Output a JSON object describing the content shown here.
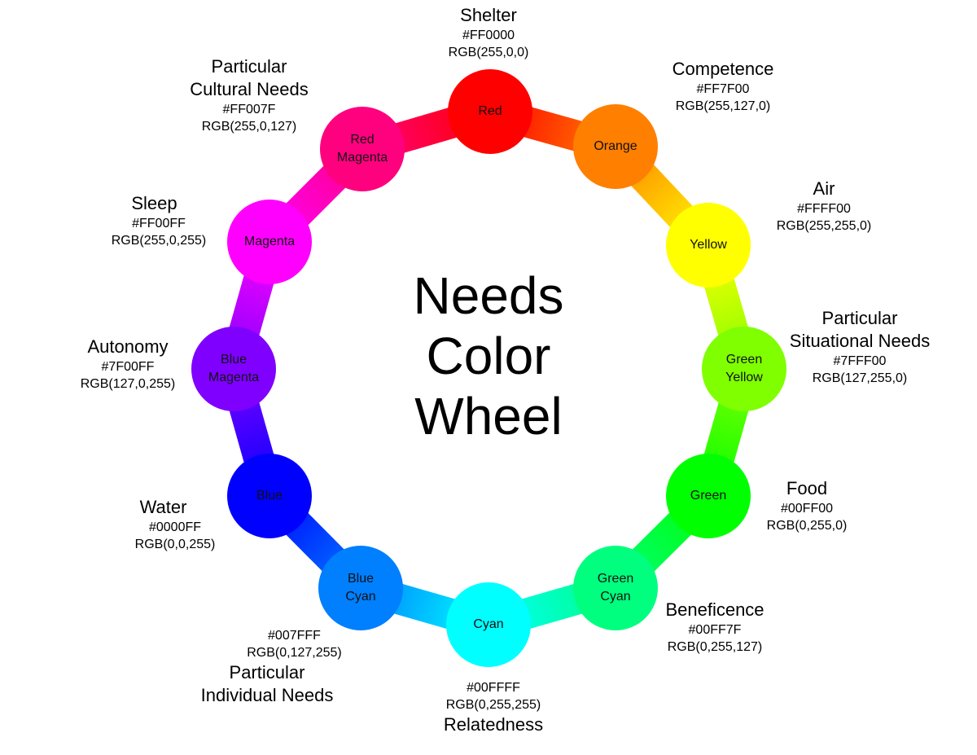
{
  "title": "Needs\nColor\nWheel",
  "nodes": [
    {
      "id": "red",
      "label": "Red",
      "color": "#FF0000",
      "need": "Shelter",
      "hex": "#FF0000",
      "rgb": "RGB(255,0,0)"
    },
    {
      "id": "orange",
      "label": "Orange",
      "color": "#FF7F00",
      "need": "Competence",
      "hex": "#FF7F00",
      "rgb": "RGB(255,127,0)"
    },
    {
      "id": "yellow",
      "label": "Yellow",
      "color": "#FFFF00",
      "need": "Air",
      "hex": "#FFFF00",
      "rgb": "RGB(255,255,0)"
    },
    {
      "id": "green-yellow",
      "label": "Green\nYellow",
      "color": "#7FFF00",
      "need": "Particular\nSituational Needs",
      "hex": "#7FFF00",
      "rgb": "RGB(127,255,0)"
    },
    {
      "id": "green",
      "label": "Green",
      "color": "#00FF00",
      "need": "Food",
      "hex": "#00FF00",
      "rgb": "RGB(0,255,0)"
    },
    {
      "id": "green-cyan",
      "label": "Green\nCyan",
      "color": "#00FF7F",
      "need": "Beneficence",
      "hex": "#00FF7F",
      "rgb": "RGB(0,255,127)"
    },
    {
      "id": "cyan",
      "label": "Cyan",
      "color": "#00FFFF",
      "need": "Relatedness",
      "hex": "#00FFFF",
      "rgb": "RGB(0,255,255)"
    },
    {
      "id": "blue-cyan",
      "label": "Blue\nCyan",
      "color": "#007FFF",
      "need": "Particular\nIndividual Needs",
      "hex": "#007FFF",
      "rgb": "RGB(0,127,255)"
    },
    {
      "id": "blue",
      "label": "Blue",
      "color": "#0000FF",
      "need": "Water",
      "hex": "#0000FF",
      "rgb": "RGB(0,0,255)"
    },
    {
      "id": "blue-magenta",
      "label": "Blue\nMagenta",
      "color": "#7F00FF",
      "need": "Autonomy",
      "hex": "#7F00FF",
      "rgb": "RGB(127,0,255)"
    },
    {
      "id": "magenta",
      "label": "Magenta",
      "color": "#FF00FF",
      "need": "Sleep",
      "hex": "#FF00FF",
      "rgb": "RGB(255,0,255)"
    },
    {
      "id": "red-magenta",
      "label": "Red\nMagenta",
      "color": "#FF007F",
      "need": "Particular\nCultural Needs",
      "hex": "#FF007F",
      "rgb": "RGB(255,0,127)"
    }
  ]
}
